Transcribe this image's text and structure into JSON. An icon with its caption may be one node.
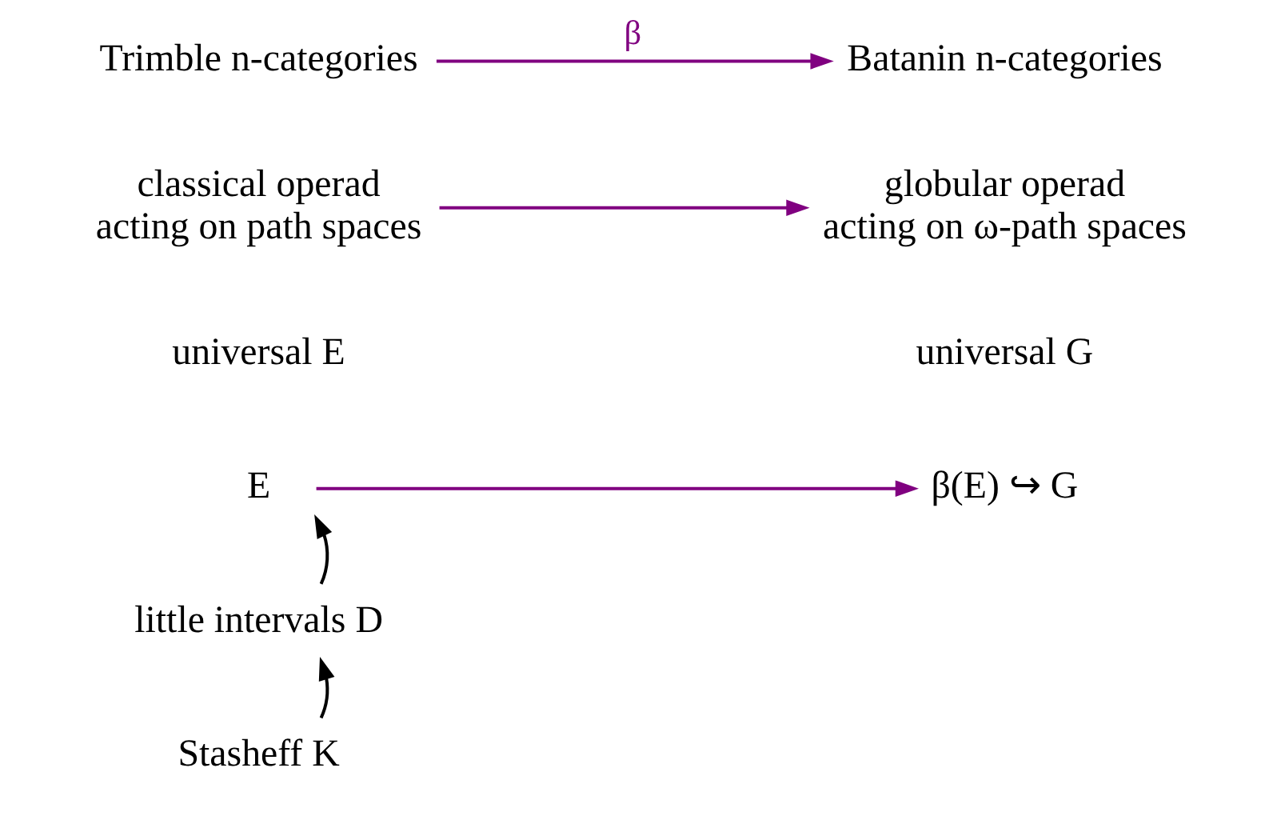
{
  "diagram": {
    "nodes": [
      {
        "text": [
          "Trimble n-categories"
        ]
      },
      {
        "text": [
          "Batanin n-categories"
        ]
      },
      {
        "text": [
          "classical operad acting on path spaces"
        ]
      },
      {
        "text": [
          "globular operad acting on ω-path spaces"
        ]
      },
      {
        "text": [
          "universal E"
        ]
      },
      {
        "text": [
          "universal G"
        ]
      },
      {
        "text": [
          "E"
        ]
      },
      {
        "text": [
          "β(E) ↪ G"
        ]
      },
      {
        "text": [
          "little intervals D"
        ]
      },
      {
        "text": [
          "Stasheff K"
        ]
      }
    ],
    "edges": [
      {
        "from": 0,
        "to": 1,
        "arrow": "to",
        "label": "β",
        "color": "#800080"
      },
      {
        "from": 2,
        "to": 3,
        "arrow": "to",
        "color": "#800080"
      },
      {
        "from": 6,
        "to": 7,
        "arrow": "to",
        "color": "#800080"
      },
      {
        "from": 8,
        "to": 6,
        "arrow": "to",
        "color": "#000000"
      },
      {
        "from": 9,
        "to": 8,
        "arrow": "to",
        "color": "#000000"
      }
    ]
  }
}
